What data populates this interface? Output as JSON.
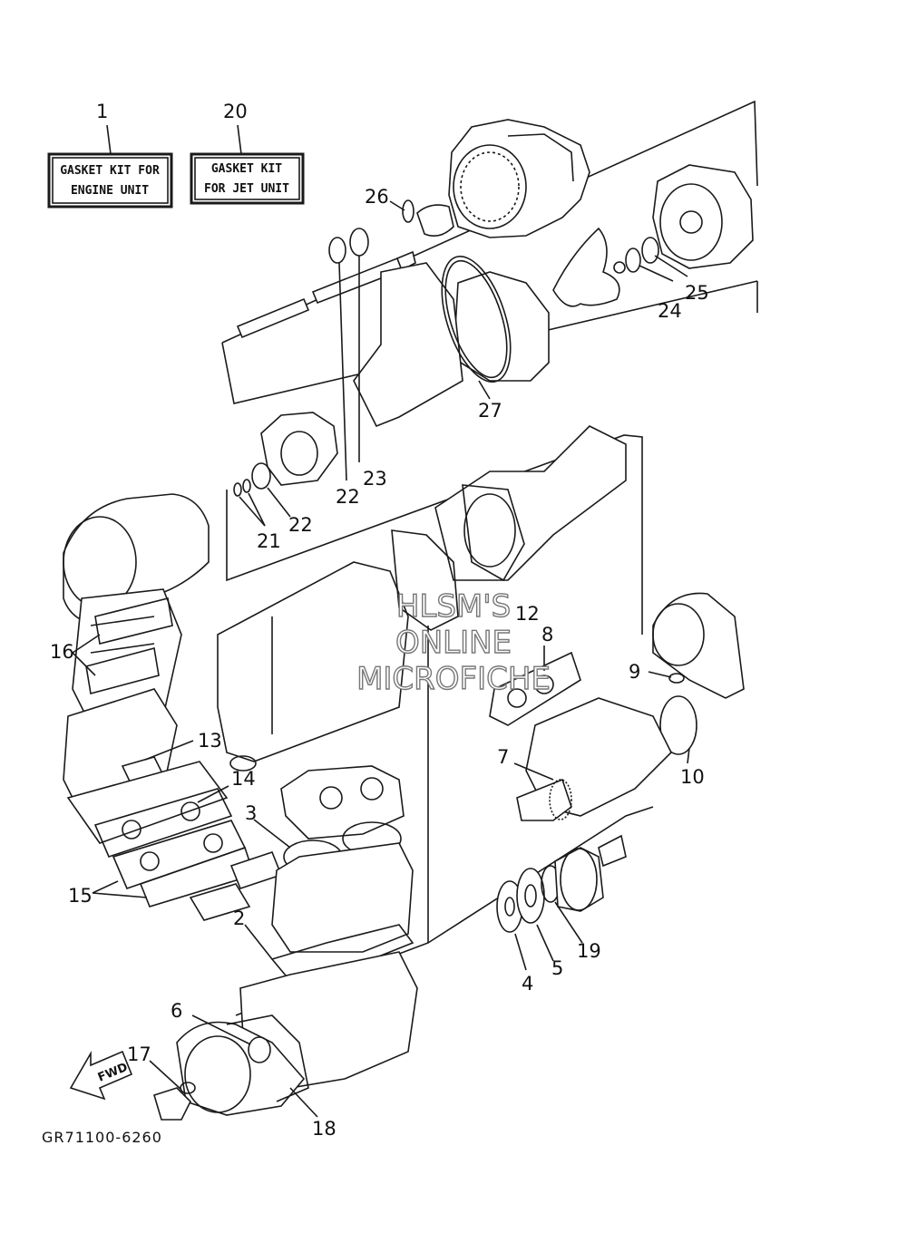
{
  "kits": [
    {
      "number": "1",
      "line1": "GASKET KIT FOR",
      "line2": "ENGINE UNIT"
    },
    {
      "number": "20",
      "line1": "GASKET KIT",
      "line2": "FOR JET UNIT"
    }
  ],
  "callouts": [
    "26",
    "25",
    "24",
    "27",
    "23",
    "22",
    "22",
    "21",
    "12",
    "8",
    "16",
    "9",
    "13",
    "7",
    "10",
    "14",
    "3",
    "15",
    "2",
    "4",
    "5",
    "19",
    "6",
    "17",
    "18"
  ],
  "direction_label": "FWD",
  "diagram_code": "GR71100-6260",
  "watermark": [
    "HLSM'S",
    "ONLINE",
    "MICROFICHE"
  ]
}
